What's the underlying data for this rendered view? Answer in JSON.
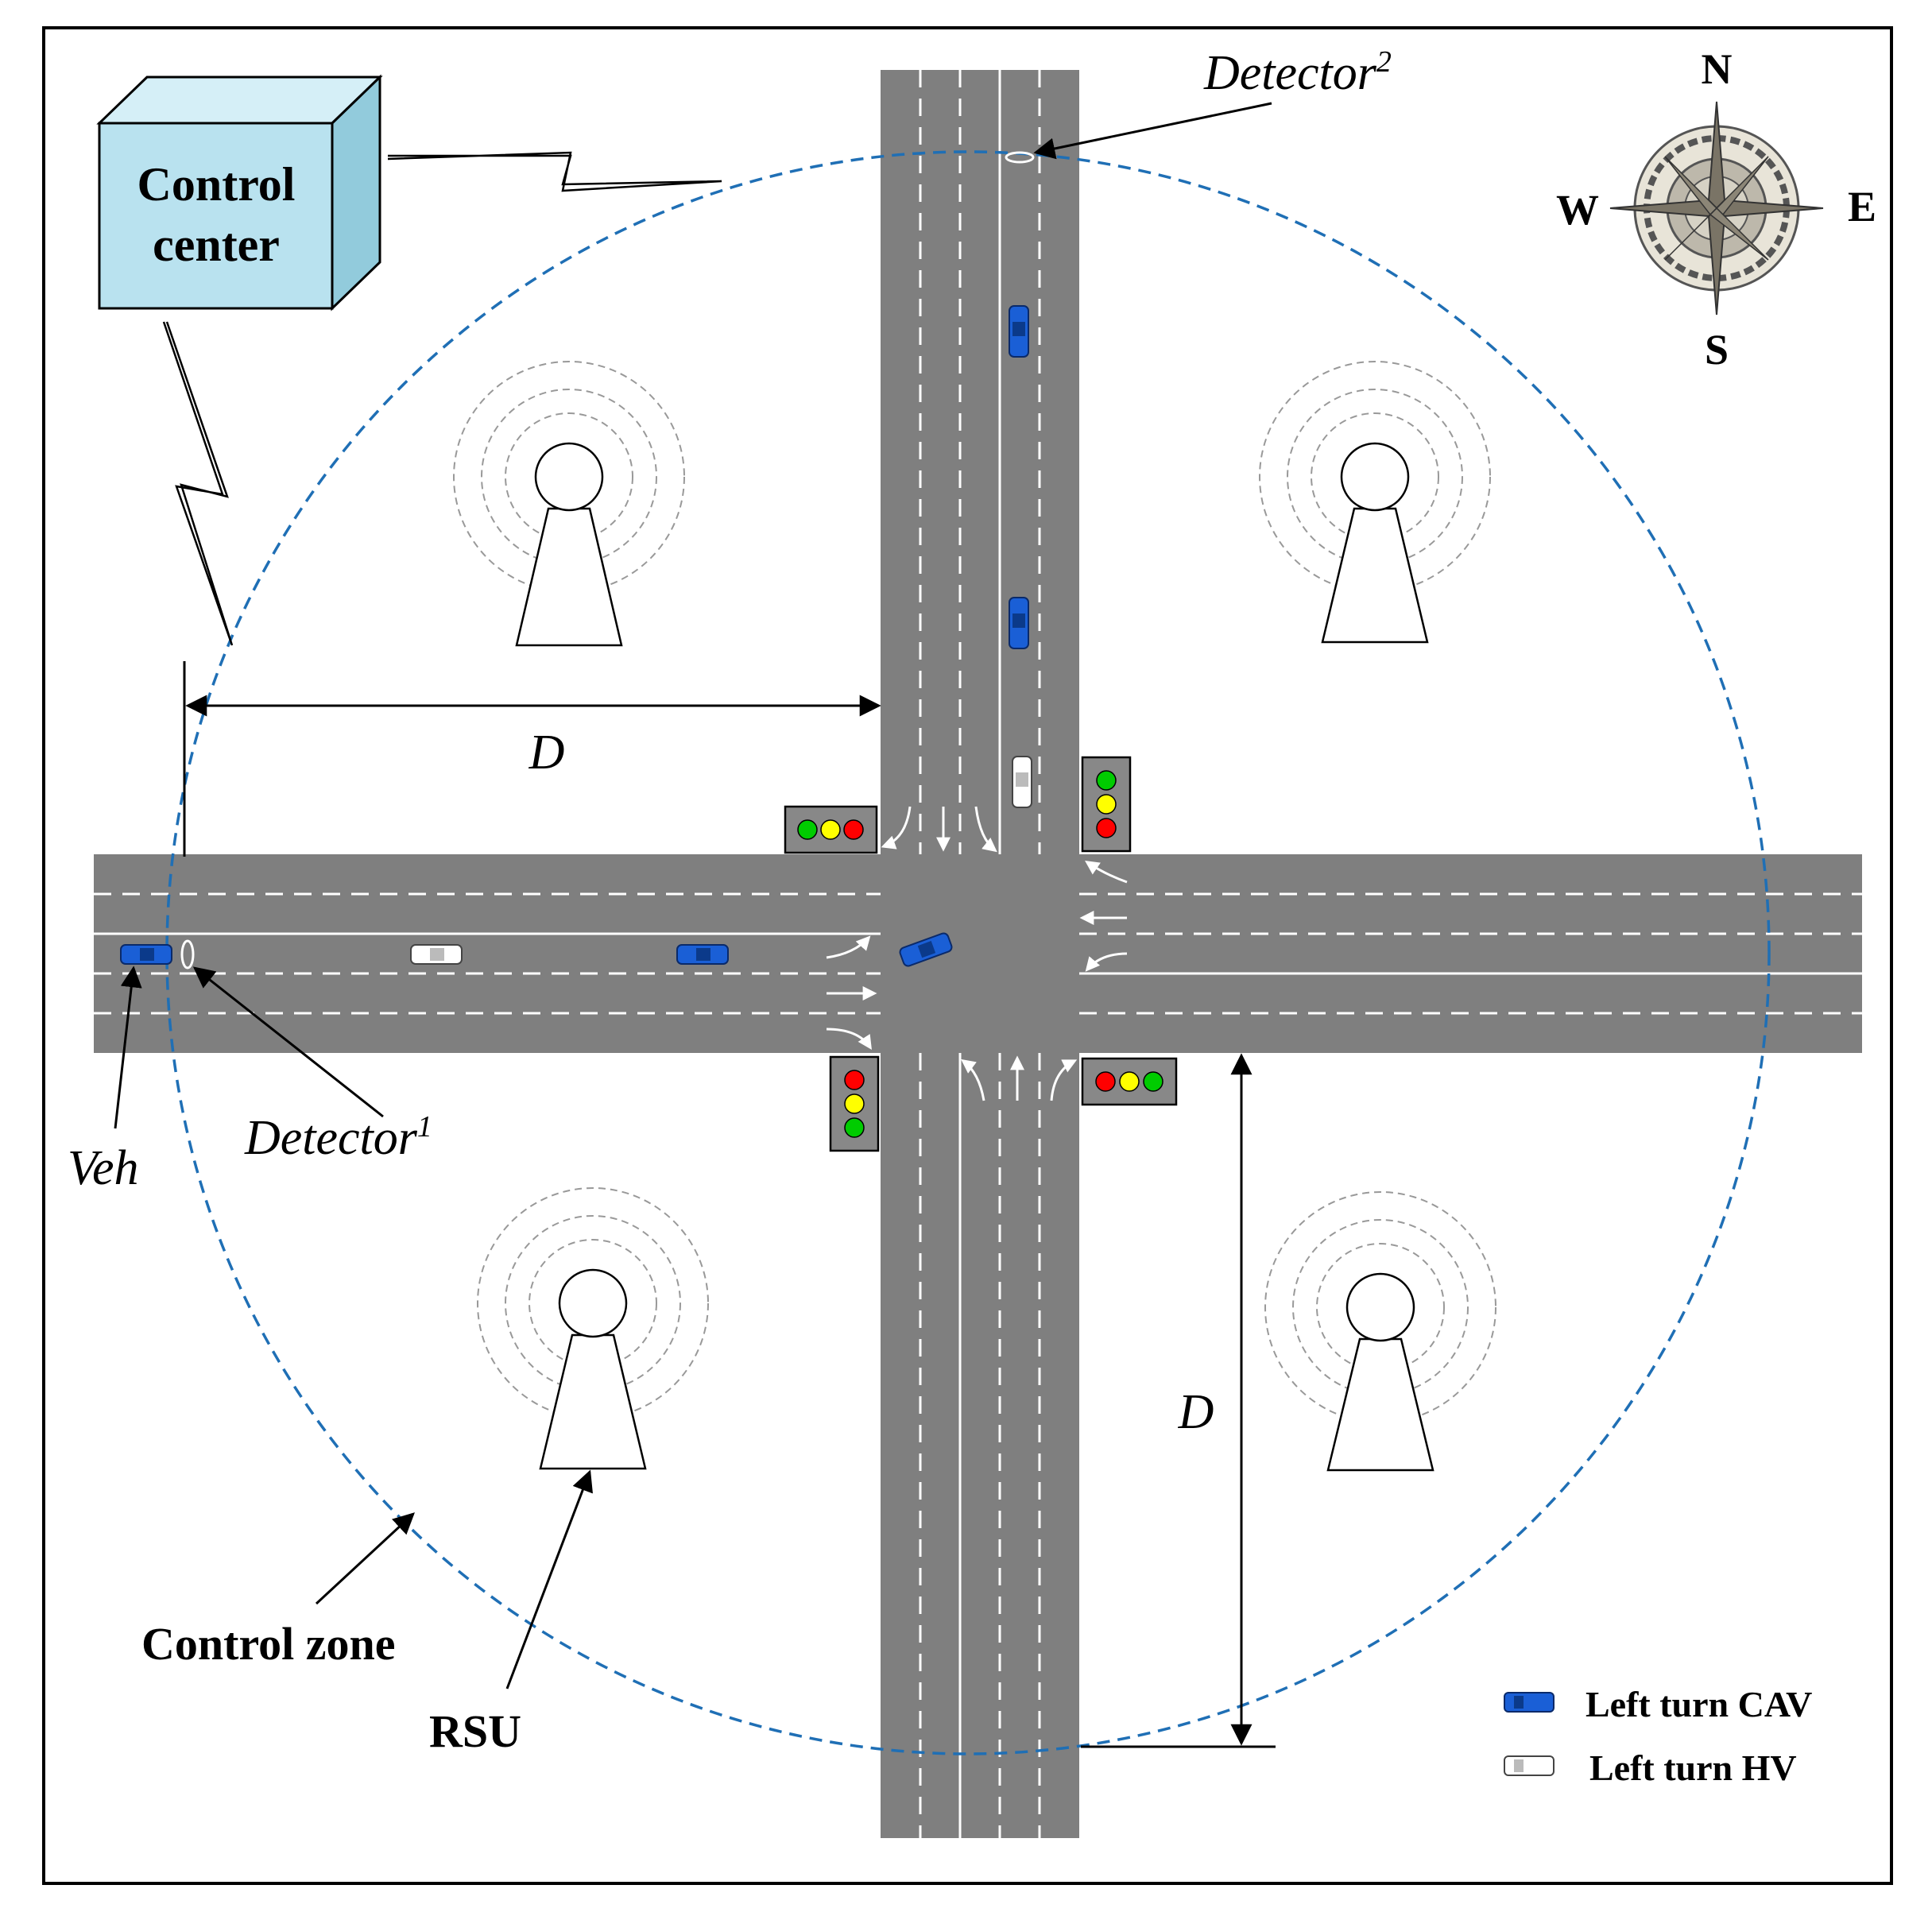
{
  "control_center": {
    "line1": "Control",
    "line2": "center"
  },
  "labels": {
    "detector1": "Detector",
    "detector1_sup": "1",
    "detector2": "Detector",
    "detector2_sup": "2",
    "veh": "Veh",
    "distance_horizontal": "D",
    "distance_vertical": "D",
    "control_zone": "Control zone",
    "rsu": "RSU"
  },
  "compass": {
    "north": "N",
    "south": "S",
    "east": "E",
    "west": "W"
  },
  "legend": [
    {
      "label": "Left turn CAV",
      "color": "#1a5fd6"
    },
    {
      "label": "Left turn HV",
      "color": "#ffffff"
    }
  ],
  "colors": {
    "road": "#7f7f7f",
    "control_zone": "#1f6fb5",
    "control_center_front": "#b9e2ef",
    "control_center_side": "#92cbdc",
    "cav": "#1a5fd6",
    "signal_red": "#ff0000",
    "signal_yellow": "#ffff00",
    "signal_green": "#00cc00"
  }
}
